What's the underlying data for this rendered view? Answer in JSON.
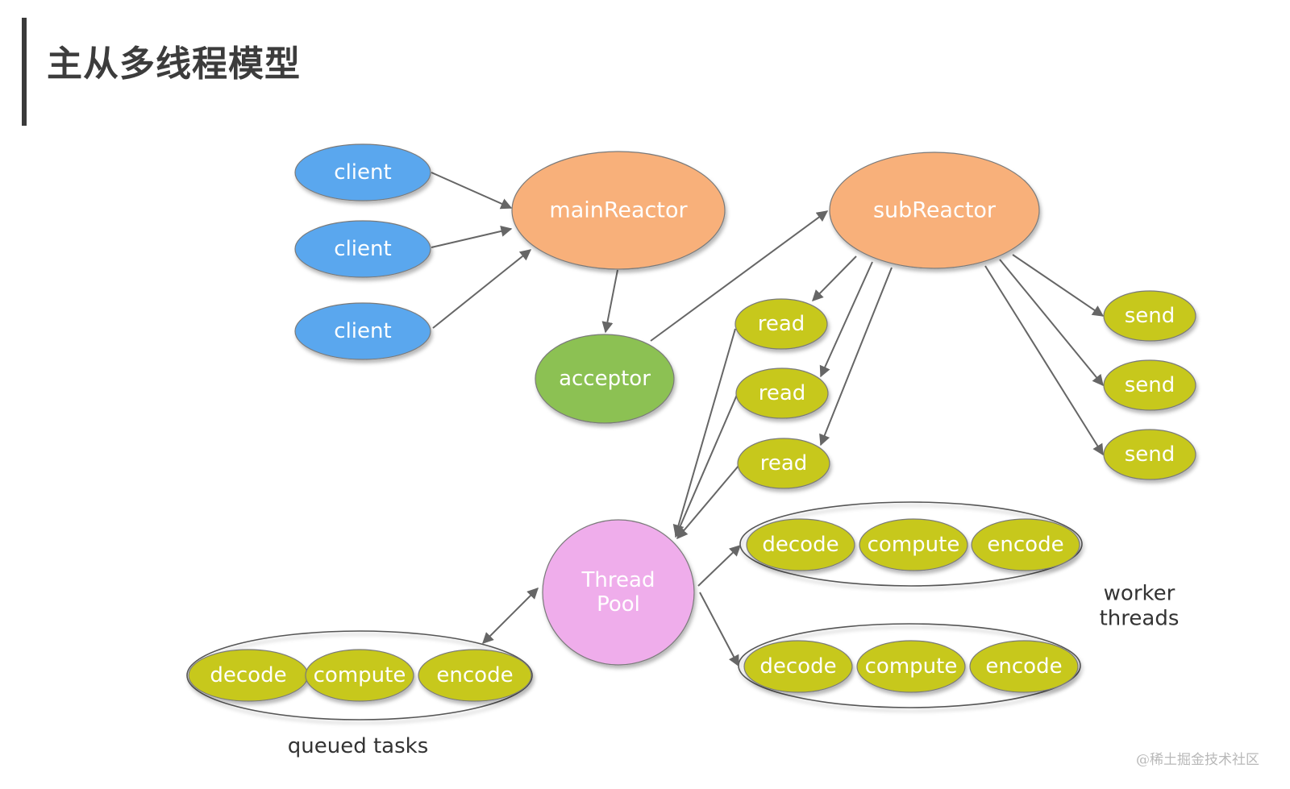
{
  "title": "主从多线程模型",
  "watermark": "@稀土掘金技术社区",
  "colors": {
    "client": "#5aa7ee",
    "reactor": "#f8b07a",
    "acceptor": "#8cc152",
    "task": "#c7c81f",
    "pool": "#efadeb",
    "edge": "#666666"
  },
  "labels": {
    "client": "client",
    "main_reactor": "mainReactor",
    "sub_reactor": "subReactor",
    "acceptor": "acceptor",
    "read": "read",
    "send": "send",
    "thread_pool": "Thread\nPool",
    "decode": "decode",
    "compute": "compute",
    "encode": "encode",
    "worker_threads": "worker\nthreads",
    "queued_tasks": "queued tasks"
  }
}
